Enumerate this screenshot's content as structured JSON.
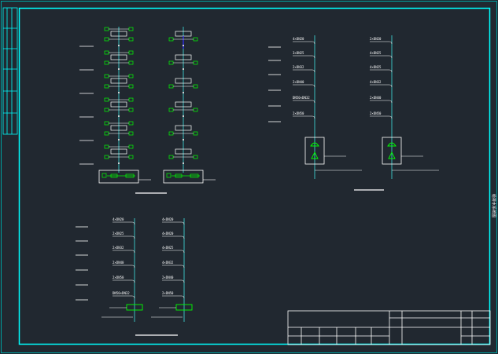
{
  "drawing": {
    "colors": {
      "background": "#212830",
      "frame": "#00ffff",
      "line": "#ffffff",
      "riser": "#40e0e0",
      "fixture": "#00ff00",
      "pipe": "#3030ff"
    },
    "side_title": "给排水系统图",
    "system_a": {
      "floors": 6,
      "left_labels": [
        "",
        "",
        "",
        "",
        "",
        ""
      ],
      "right_labels": [
        "",
        "",
        "",
        "",
        "",
        ""
      ]
    },
    "system_b": {
      "left_labels": [
        "4×DN20",
        "3×DN25",
        "2×DN32",
        "2×DN40",
        "DN50×DN32",
        "2×DN50"
      ],
      "right_labels": [
        "2×DN20",
        "4×DN25",
        "4×DN25",
        "4×DN32",
        "2×DN40",
        "2×DN50"
      ]
    },
    "system_c": {
      "left_labels": [
        "4×DN20",
        "2×DN25",
        "2×DN32",
        "2×DN40",
        "2×DN50",
        "DN50×DN32"
      ],
      "right_labels": [
        "4×DN20",
        "4×DN20",
        "4×DN25",
        "4×DN32",
        "2×DN40",
        "2×DN50"
      ]
    },
    "title_block": {
      "cells": []
    }
  }
}
